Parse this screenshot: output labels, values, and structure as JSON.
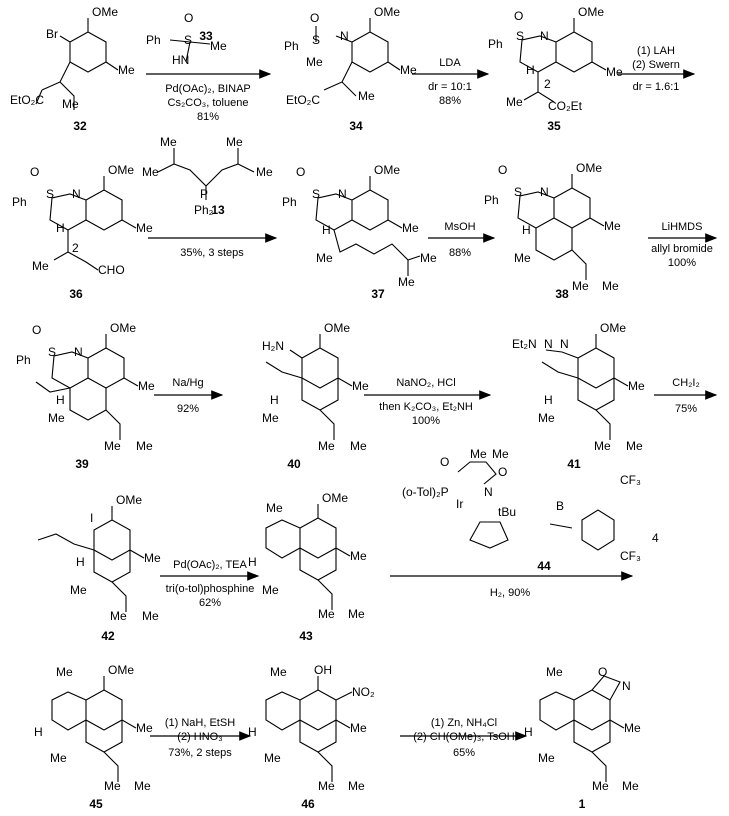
{
  "compounds": {
    "c32": "32",
    "c33": "33",
    "c34": "34",
    "c35": "35",
    "c36": "36",
    "c13": "13",
    "c37": "37",
    "c38": "38",
    "c39": "39",
    "c40": "40",
    "c41": "41",
    "c42": "42",
    "c43": "43",
    "c44": "44",
    "c45": "45",
    "c46": "46",
    "c1": "1"
  },
  "conditions": {
    "r1_a1_1": "Pd(OAc)₂, BINAP",
    "r1_a1_2": "Cs₂CO₃, toluene",
    "r1_a1_3": "81%",
    "r1_a2_1": "LDA",
    "r1_a2_2": "dr = 10:1",
    "r1_a2_3": "88%",
    "r1_a3_1": "(1) LAH",
    "r1_a3_2": "(2) Swern",
    "r1_a3_3": "dr = 1.6:1",
    "r2_a1": "35%, 3 steps",
    "r2_a2": "88%",
    "r2_a2_top": "MsOH",
    "r2_a3_1": "LiHMDS",
    "r2_a3_2": "allyl bromide",
    "r2_a3_3": "100%",
    "r3_a1_1": "Na/Hg",
    "r3_a1_2": "92%",
    "r3_a2_1": "NaNO₂, HCl",
    "r3_a2_2": "then K₂CO₃, Et₂NH",
    "r3_a2_3": "100%",
    "r3_a3_1": "CH₂I₂",
    "r3_a3_2": "75%",
    "r4_a1_1": "Pd(OAc)₂, TEA",
    "r4_a1_2": "tri(o-tol)phosphine",
    "r4_a1_3": "62%",
    "r4_a2": "H₂, 90%",
    "r5_a1_1": "(1) NaH, EtSH",
    "r5_a1_2": "(2) HNO₃",
    "r5_a1_3": "73%, 2 steps",
    "r5_a2_1": "(1) Zn, NH₄Cl",
    "r5_a2_2": "(2) CH(OMe)₃, TsOH",
    "r5_a2_3": "65%"
  },
  "atoms": {
    "OMe": "OMe",
    "Br": "Br",
    "Me": "Me",
    "EtO2C": "EtO₂C",
    "CO2Et": "CO₂Et",
    "Ph": "Ph",
    "HN": "HN",
    "S": "S",
    "O": "O",
    "N": "N",
    "H": "H",
    "CHO": "CHO",
    "P": "P",
    "Ph2": "Ph₂",
    "H2N": "H₂N",
    "Et2N": "Et₂N",
    "I": "I",
    "OH": "OH",
    "NO2": "NO₂",
    "B": "B",
    "CF3": "CF₃",
    "Ir": "Ir",
    "tBu": "tBu",
    "oTol2P": "(o-Tol)₂P",
    "two": "2",
    "four": "4"
  }
}
